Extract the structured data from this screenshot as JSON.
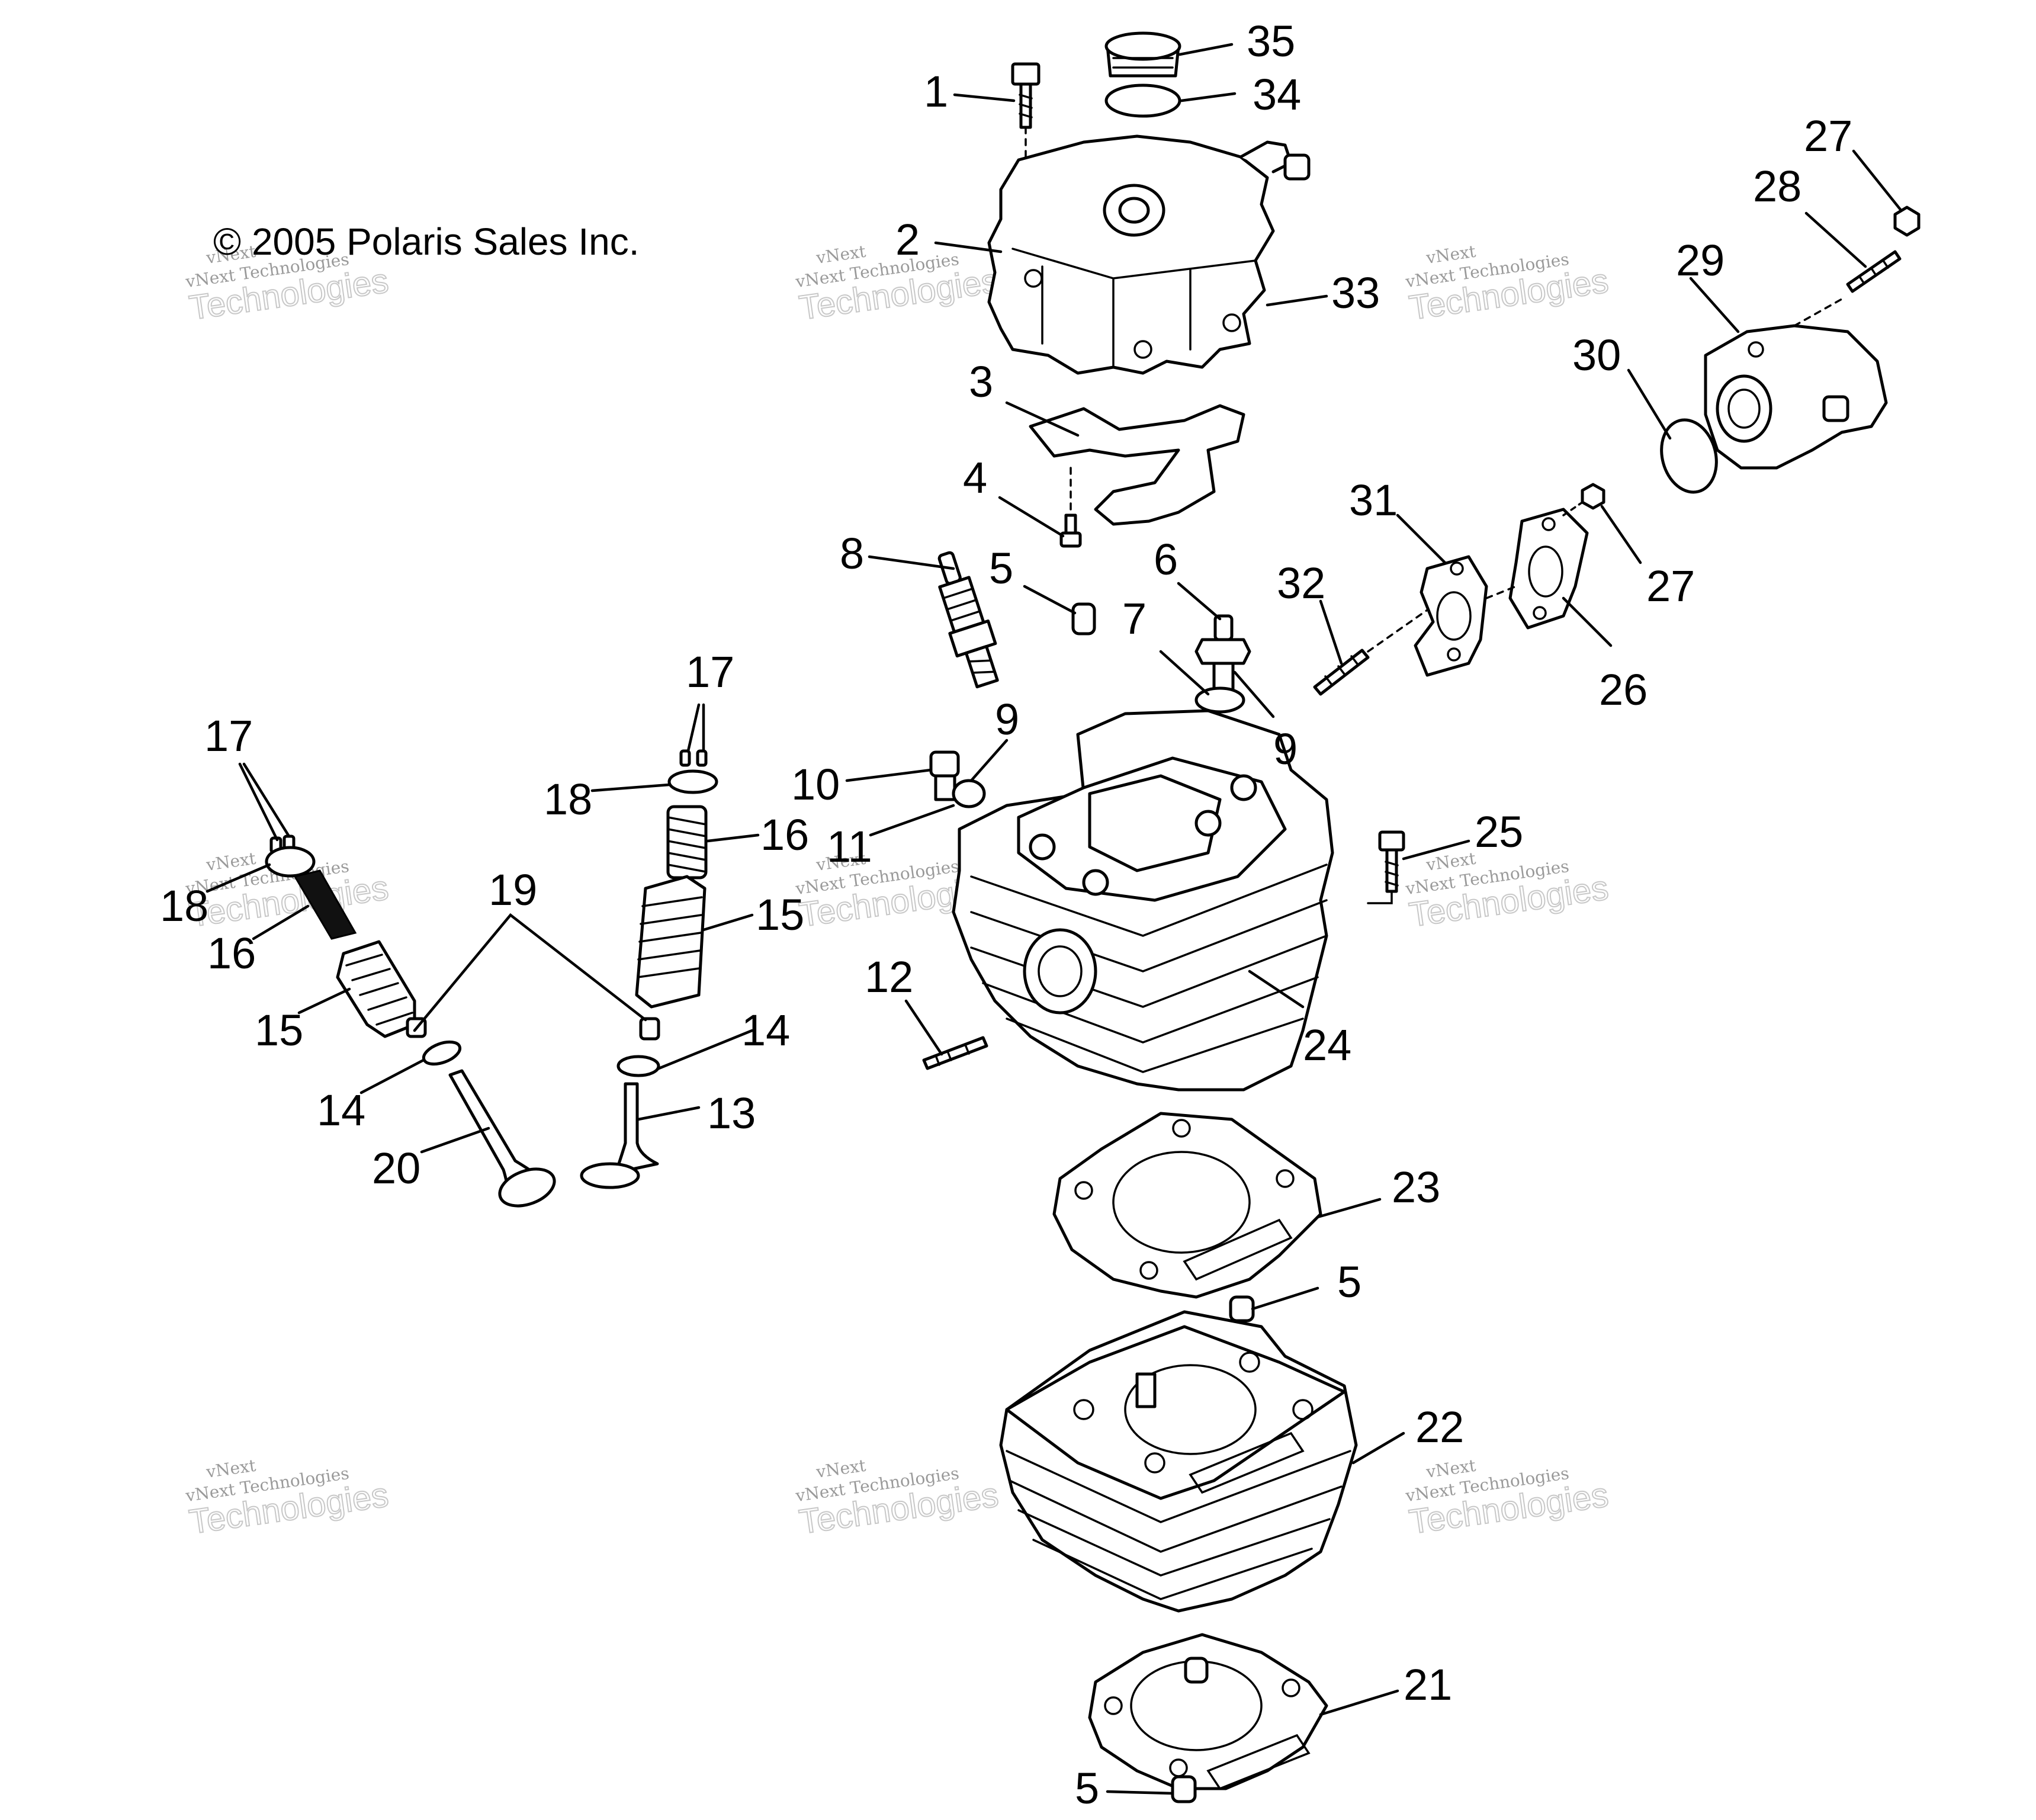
{
  "copyright": "© 2005 Polaris Sales Inc.",
  "watermark": {
    "small": "vNext Technologies",
    "top": "vNext",
    "big": "Technologies"
  },
  "callouts": {
    "c1": "1",
    "c2": "2",
    "c3": "3",
    "c4": "4",
    "c5a": "5",
    "c5b": "5",
    "c5c": "5",
    "c6": "6",
    "c7": "7",
    "c8": "8",
    "c9a": "9",
    "c9b": "9",
    "c10": "10",
    "c11": "11",
    "c12": "12",
    "c13": "13",
    "c14a": "14",
    "c14b": "14",
    "c15a": "15",
    "c15b": "15",
    "c16a": "16",
    "c16b": "16",
    "c17a": "17",
    "c17b": "17",
    "c18a": "18",
    "c18b": "18",
    "c19": "19",
    "c20": "20",
    "c21": "21",
    "c22": "22",
    "c23": "23",
    "c24": "24",
    "c25": "25",
    "c26": "26",
    "c27a": "27",
    "c27b": "27",
    "c28": "28",
    "c29": "29",
    "c30": "30",
    "c31": "31",
    "c32": "32",
    "c33": "33",
    "c34": "34",
    "c35": "35"
  }
}
